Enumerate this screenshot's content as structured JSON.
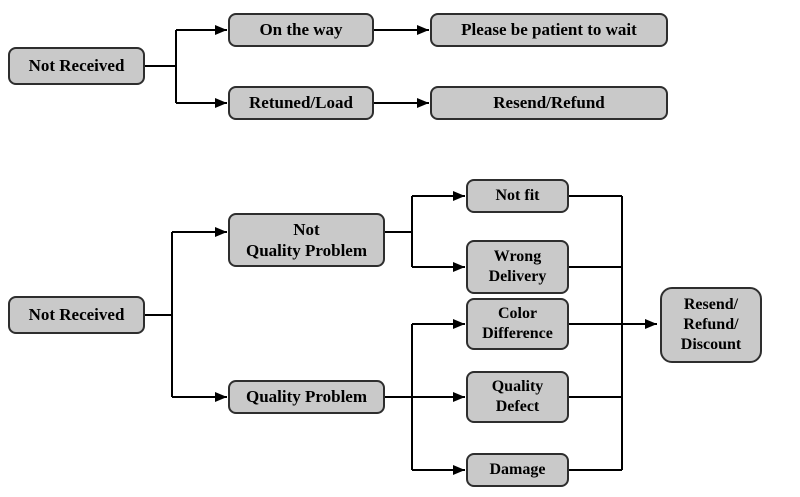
{
  "colors": {
    "background": "#ffffff",
    "box_fill": "#c9c9c9",
    "box_border": "#2e2e2e",
    "connector": "#000000",
    "text": "#000000"
  },
  "top_flow": {
    "root": "Not Received",
    "on_the_way": "On the way",
    "on_the_way_result": "Please be patient to wait",
    "retuned_load": "Retuned/Load",
    "retuned_load_result": "Resend/Refund"
  },
  "bottom_flow": {
    "root": "Not Received",
    "not_quality_problem": "Not\nQuality Problem",
    "not_quality_items": {
      "not_fit": "Not fit",
      "wrong_delivery": "Wrong\nDelivery"
    },
    "quality_problem": "Quality Problem",
    "quality_items": {
      "color_difference": "Color\nDifference",
      "quality_defect": "Quality\nDefect",
      "damage": "Damage"
    },
    "result": "Resend/\nRefund/\nDiscount"
  }
}
